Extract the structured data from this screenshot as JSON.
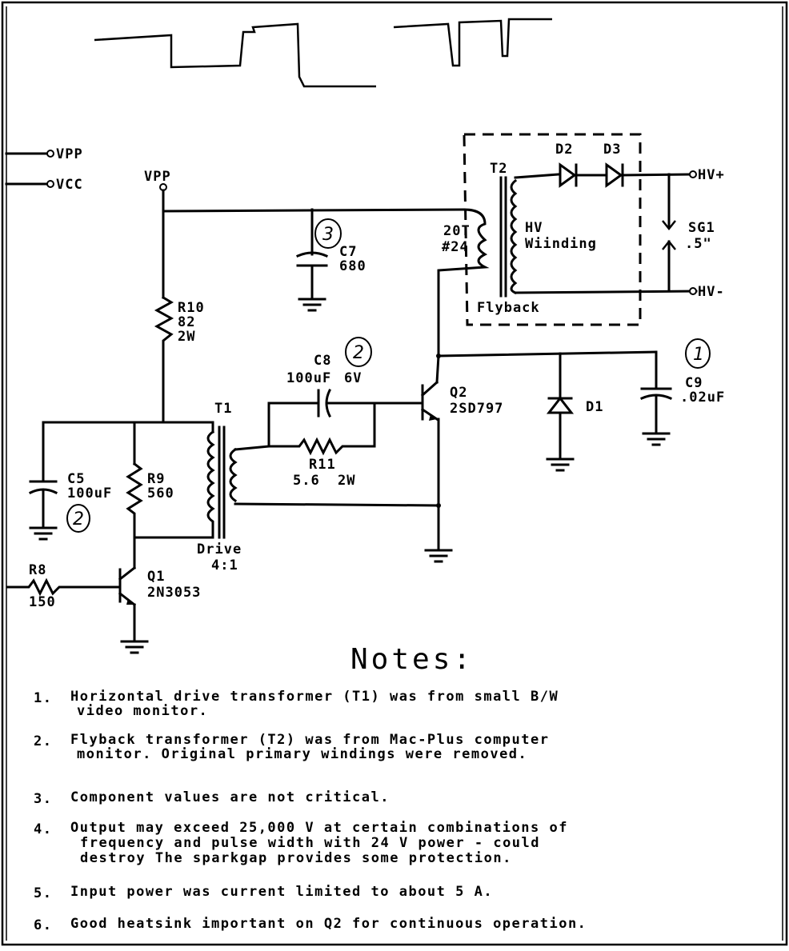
{
  "labels": {
    "vpp_in": "VPP",
    "vcc_in": "VCC",
    "vpp_node": "VPP",
    "r10": [
      "R10",
      "82",
      "2W"
    ],
    "c7": [
      "C7",
      "680"
    ],
    "c8": [
      "C8",
      "100uF",
      "6V"
    ],
    "c5": [
      "C5",
      "100uF"
    ],
    "r9": [
      "R9",
      "560"
    ],
    "r8": [
      "R8",
      "150"
    ],
    "q1": [
      "Q1",
      "2N3053"
    ],
    "q2": [
      "Q2",
      "2SD797"
    ],
    "t1": "T1",
    "t1_sub": [
      "Drive",
      "4:1"
    ],
    "r11": [
      "R11",
      "5.6",
      "2W"
    ],
    "t2": "T2",
    "primary": [
      "20T",
      "#24"
    ],
    "hv_winding": [
      "HV",
      "Wiinding"
    ],
    "flyback": "Flyback",
    "d1": "D1",
    "d2": "D2",
    "d3": "D3",
    "c9": [
      "C9",
      ".02uF"
    ],
    "sg1": [
      "SG1",
      ".5\""
    ],
    "hv_plus": "HV+",
    "hv_minus": "HV-",
    "circled": [
      "3",
      "2",
      "2",
      "1"
    ]
  },
  "notes": {
    "title": "Notes:",
    "items": [
      {
        "num": "1.",
        "lines": [
          "Horizontal drive transformer (T1) was from small B/W",
          "video monitor."
        ]
      },
      {
        "num": "2.",
        "lines": [
          "Flyback transformer (T2) was from Mac-Plus computer",
          "monitor.  Original primary windings were removed."
        ]
      },
      {
        "num": "3.",
        "lines": [
          "Component values are not critical."
        ]
      },
      {
        "num": "4.",
        "lines": [
          "Output may exceed 25,000 V at certain combinations of",
          "frequency and pulse width with  24 V power - could",
          "destroy The sparkgap provides some protection."
        ]
      },
      {
        "num": "5.",
        "lines": [
          "Input power was current limited to about 5 A."
        ]
      },
      {
        "num": "6.",
        "lines": [
          "Good heatsink important on Q2 for continuous operation."
        ]
      }
    ]
  }
}
